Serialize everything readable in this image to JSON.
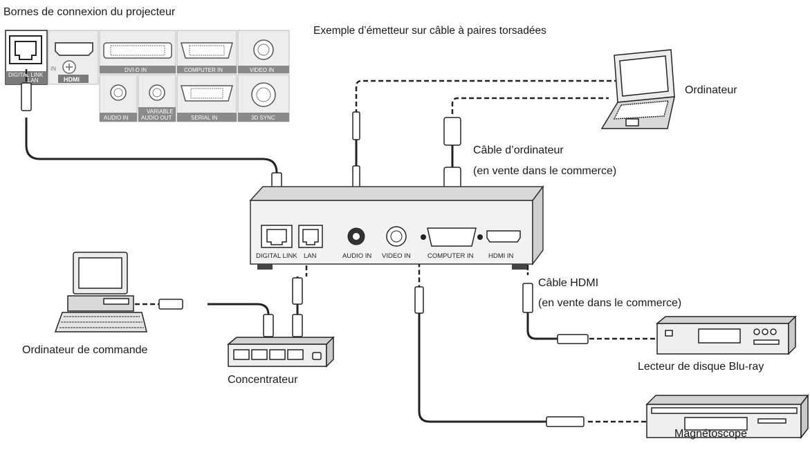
{
  "texts": {
    "projector_terminals_title": "Bornes de connexion du projecteur",
    "transmitter_title": "Exemple d’émetteur sur câble à paires torsadées",
    "computer": "Ordinateur",
    "computer_cable_line1": "Câble d’ordinateur",
    "computer_cable_line2": "(en vente dans le commerce)",
    "hdmi_cable_line1": "Câble HDMI",
    "hdmi_cable_line2": "(en vente dans le commerce)",
    "control_computer": "Ordinateur de commande",
    "hub": "Concentrateur",
    "bluray_player": "Lecteur de disque Blu-ray",
    "vcr": "Magnétoscope"
  },
  "projector_panel": {
    "digital_link_lan": "DIGITAL LINK",
    "lan": "LAN",
    "hdmi_in": "IN",
    "hdmi_logo": "HDMI",
    "dvi_d_in": "DVI-D IN",
    "computer_in": "COMPUTER IN",
    "video_in": "VIDEO IN",
    "audio_in": "AUDIO IN",
    "variable_audio_out_1": "VARIABLE",
    "variable_audio_out_2": "AUDIO OUT",
    "serial_in": "SERIAL IN",
    "sync_3d": "3D SYNC"
  },
  "transmitter_ports": {
    "digital_link": "DIGITAL LINK",
    "lan": "LAN",
    "audio_in": "AUDIO IN",
    "video_in": "VIDEO IN",
    "computer_in": "COMPUTER IN",
    "hdmi_in": "HDMI IN"
  }
}
